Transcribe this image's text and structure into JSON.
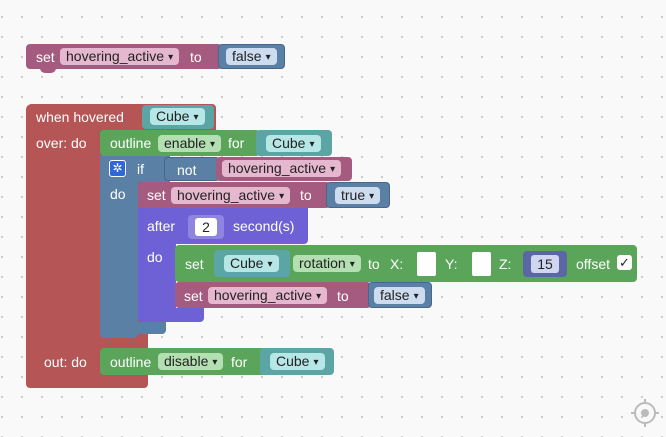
{
  "workspace": {
    "top_block": {
      "set_label": "set",
      "variable": "hovering_active",
      "to_label": "to",
      "value": "false"
    },
    "when_hovered": {
      "label": "when hovered",
      "object": "Cube",
      "over_label": "over: do",
      "out_label": "out: do",
      "outline_enable": {
        "outline_label": "outline",
        "mode": "enable",
        "for_label": "for",
        "object": "Cube"
      },
      "if_block": {
        "if_label": "if",
        "not_label": "not",
        "variable": "hovering_active",
        "do_label": "do"
      },
      "set_true": {
        "set_label": "set",
        "variable": "hovering_active",
        "to_label": "to",
        "value": "true"
      },
      "after_block": {
        "after_label": "after",
        "seconds": "2",
        "seconds_label": "second(s)",
        "do_label": "do"
      },
      "set_rotation": {
        "set_label": "set",
        "object": "Cube",
        "property": "rotation",
        "to_label": "to",
        "x_label": "X:",
        "y_label": "Y:",
        "z_label": "Z:",
        "z_value": "15",
        "offset_label": "offset",
        "offset_checked": "✓"
      },
      "set_false": {
        "set_label": "set",
        "variable": "hovering_active",
        "to_label": "to",
        "value": "false"
      },
      "outline_disable": {
        "outline_label": "outline",
        "mode": "disable",
        "for_label": "for",
        "object": "Cube"
      }
    },
    "dropdown_arrow": "▾"
  },
  "colors": {
    "variables": "#a55b80",
    "event": "#b55555",
    "outline": "#5ba55b",
    "object": "#5ba5a5",
    "logic": "#5b80a5",
    "time": "#6e61d6"
  },
  "icons": {
    "mutator": "gear-icon",
    "recenter": "crosshair-icon"
  }
}
